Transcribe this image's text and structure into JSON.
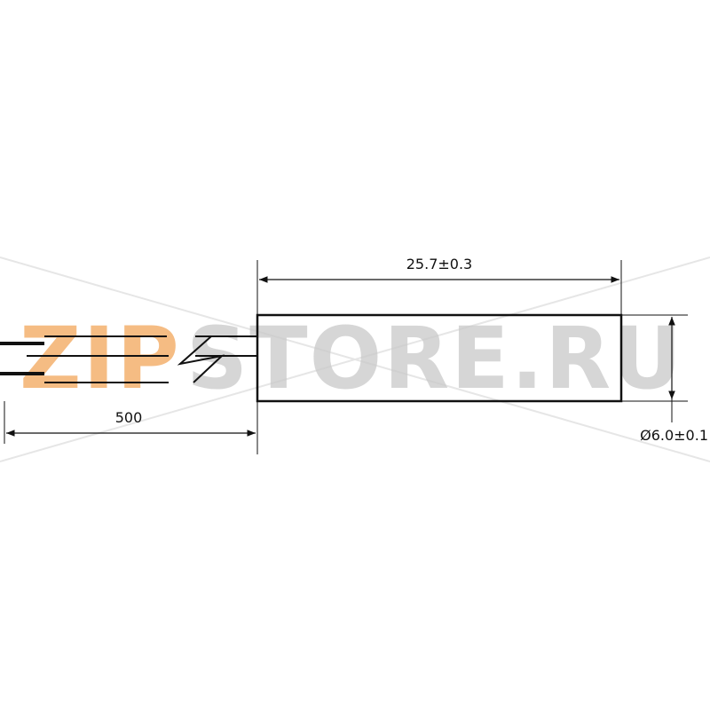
{
  "drawing": {
    "dimensions": {
      "body_length": "25.7±0.3",
      "lead_length": "500",
      "diameter": "Ø6.0±0.1"
    }
  },
  "watermark": {
    "part1": "ZIP",
    "part2": "STORE.RU",
    "color1": "#f2a65a",
    "color2": "#c9c9c9"
  },
  "colors": {
    "lines": "#111111"
  }
}
